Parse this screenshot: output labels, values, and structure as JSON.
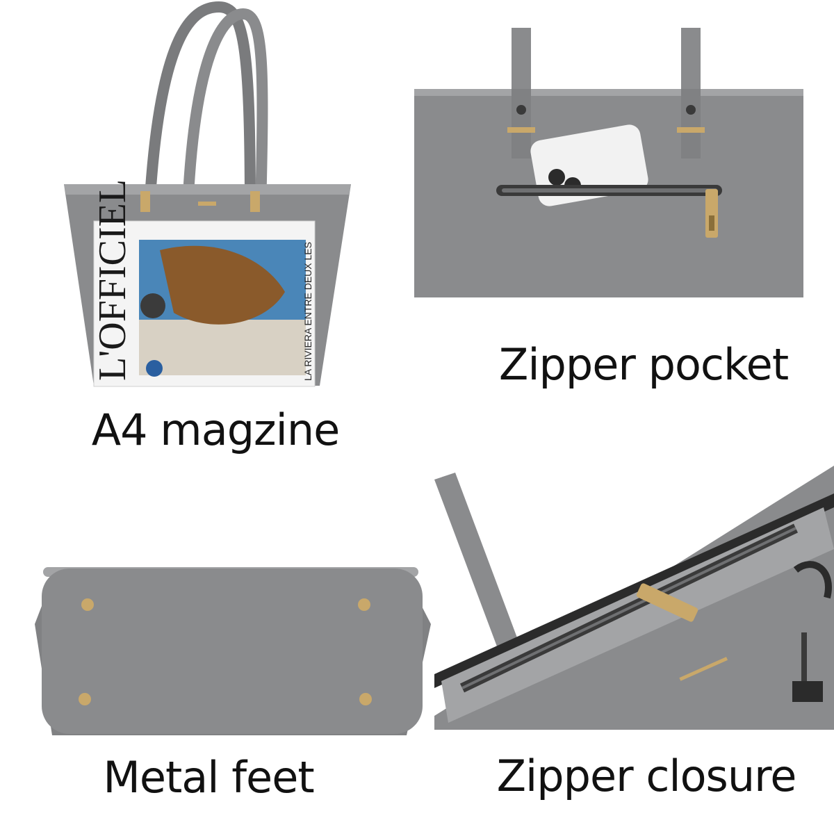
{
  "captions": {
    "top_left": "A4 magzine",
    "top_right": "Zipper pocket",
    "bottom_left": "Metal feet",
    "bottom_right": "Zipper closure"
  },
  "magazine": {
    "title": "L'OFFICIEL",
    "subtitle": "LA RIVIERA ENTRE DEUX LES"
  },
  "colors": {
    "bag_grey": "#8a8b8d",
    "bag_grey_dark": "#6f7072",
    "bag_grey_light": "#a3a4a6",
    "gold": "#c9a86a",
    "background": "#ffffff"
  }
}
